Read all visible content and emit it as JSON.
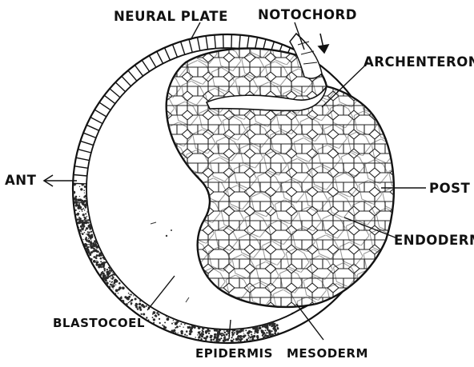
{
  "labels": {
    "neural_plate": "NEURAL PLATE",
    "notochord": "NOTOCHORD",
    "archenteron": "ARCHENTERON",
    "ant": "ANT",
    "post": "POST",
    "endoderm": "ENDODERM",
    "blastocoel": "BLASTOCOEL",
    "epidermis": "EPIDERMIS",
    "mesoderm": "MESODERM"
  },
  "colors": {
    "ink": "#111111",
    "background": "#ffffff",
    "stipple": "#2a2a2a"
  }
}
